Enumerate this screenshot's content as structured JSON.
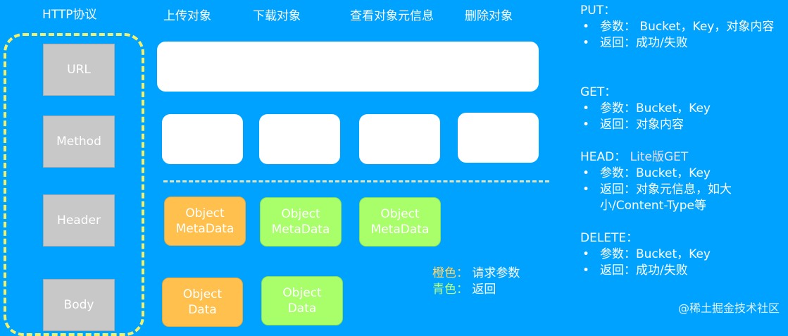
{
  "http": {
    "title": "HTTP协议",
    "parts": [
      "URL",
      "Method",
      "Header",
      "Body"
    ]
  },
  "columns": [
    "上传对象",
    "下载对象",
    "查看对象元信息",
    "删除对象"
  ],
  "objects": {
    "metadata_label": "Object\nMetaData",
    "data_label": "Object\nData"
  },
  "legend": {
    "orange_label": "橙色：",
    "orange_value": "请求参数",
    "green_label": "青色：",
    "green_value": "返回"
  },
  "apis": [
    {
      "method": "PUT：",
      "extra": "",
      "items": [
        "参数： Bucket，Key，对象内容",
        "返回：成功/失败"
      ]
    },
    {
      "method": "GET：",
      "extra": "",
      "items": [
        "参数：Bucket，Key",
        "返回：对象内容"
      ]
    },
    {
      "method": "HEAD：",
      "extra": "Lite版GET",
      "items": [
        "参数：Bucket，Key",
        "返回：对象元信息，如大小/Content-Type等"
      ]
    },
    {
      "method": "DELETE：",
      "extra": "",
      "items": [
        "参数：Bucket，Key",
        "返回：成功/失败"
      ]
    }
  ],
  "watermark": "@稀土掘金技术社区",
  "colors": {
    "background": "#00a2ff",
    "dash": "#f5f06a",
    "orange": "#ffc04d",
    "green": "#a8ff6a",
    "gray": "#c8c8c8"
  }
}
